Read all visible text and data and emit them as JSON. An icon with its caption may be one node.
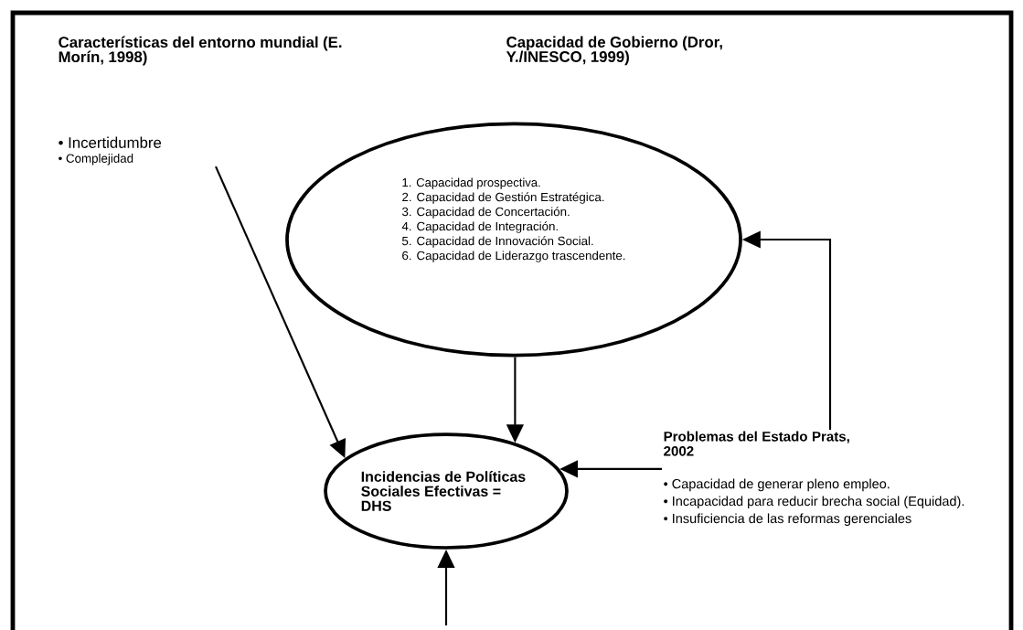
{
  "diagram": {
    "nodes": [
      {
        "text": [
          "Características del entorno mundial (E. Morín, 1998)",
          "• Incertidumbre",
          "• Complejidad"
        ]
      },
      {
        "text": [
          "Capacidad de Gobierno (Dror, Y./INESCO, 1999)",
          "1. Capacidad prospectiva.",
          "2. Capacidad de Gestión Estratégica.",
          "3. Capacidad de Concertación.",
          "4. Capacidad de Integración.",
          "5. Capacidad de Innovación Social.",
          "6. Capacidad de Liderazgo trascendente."
        ]
      },
      {
        "text": [
          "Incidencias de Políticas Sociales Efectivas = DHS"
        ]
      },
      {
        "text": [
          "Problemas del Estado Prats, 2002",
          "• Capacidad de generar pleno empleo.",
          "• Incapacidad para reducir brecha social (Equidad).",
          "• Insuficiencia de las reformas gerenciales"
        ]
      }
    ],
    "edges": [
      {
        "from": 0,
        "to": 2,
        "arrow": "to"
      },
      {
        "from": 1,
        "to": 2,
        "arrow": "to"
      },
      {
        "from": 3,
        "to": 2,
        "arrow": "to"
      },
      {
        "from": 3,
        "to": 1,
        "arrow": "to"
      },
      {
        "from": null,
        "to": 2,
        "arrow": "to"
      }
    ]
  }
}
